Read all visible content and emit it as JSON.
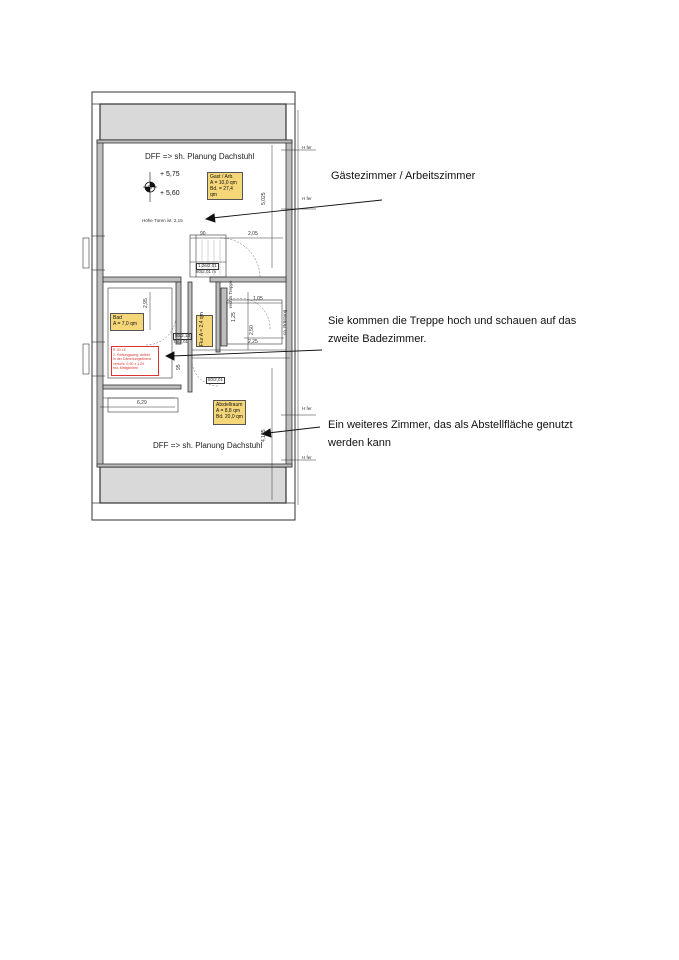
{
  "plan": {
    "top_label": "DFF => sh. Planung Dachstuhl",
    "bottom_label": "DFF => sh. Planung Dachstuhl",
    "level_upper": "+ 5,75",
    "level_lower": "+ 5,60",
    "door_height_note": "Höhe Türen ist. 2,15",
    "window_label_1": "H fer",
    "window_label_2": "H fer",
    "window_label_3": "H fer",
    "window_label_4": "H fer",
    "dims": {
      "d_90": "90",
      "d_205": "2,05",
      "d_5025": "5,025",
      "d_4125": "4,125",
      "d_629": "6,29",
      "d_105": "1,05",
      "d_250": "2,50",
      "d_225": "2,25",
      "d_125": "1,25",
      "d_295": "2,95",
      "d_95": "95"
    },
    "rooms": {
      "gast": {
        "name": "Gast / Arb.",
        "area": "A = 10,0 qm",
        "wall": "Bd. = 27,4 qm"
      },
      "bad": {
        "name": "Bad",
        "area": "A = 7,0 qm"
      },
      "flur": {
        "name": "Flur",
        "area": "A = 2,4 qm"
      },
      "abstell": {
        "name": "Abstellraum",
        "area": "A = 8,8 qm",
        "wall": "Bd. 20,0 qm"
      }
    },
    "fire_note": [
      "R 30 LE",
      "2. Rettungsweg: defekt",
      "in der Dämmungsebene",
      "verschl. 0,90 x 1,20",
      "hst. Mittigkeiten"
    ],
    "small_tags": [
      "1,26/2,01",
      "80/2,01 m",
      "80/2,13",
      "75/2,01",
      "80/2,01"
    ],
    "stair_text": "rechts Treppe",
    "stair_text2": "ca. Brüstung"
  },
  "annotations": {
    "a1": "Gästezimmer / Arbeitszimmer",
    "a2_line1": "Sie kommen die Treppe hoch und schauen auf das",
    "a2_line2": "zweite Badezimmer.",
    "a3_line1": "Ein weiteres Zimmer, das als Abstellfläche genutzt",
    "a3_line2": "werden kann"
  }
}
